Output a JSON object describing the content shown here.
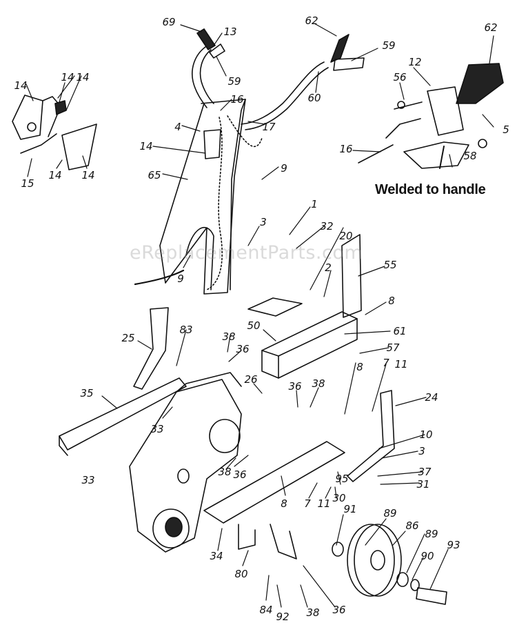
{
  "caption": "Welded to handle",
  "watermark": "eReplacementParts.com",
  "part_labels": [
    "69",
    "13",
    "59",
    "62",
    "59",
    "60",
    "16",
    "17",
    "4",
    "14",
    "65",
    "9",
    "3",
    "9",
    "1",
    "32",
    "20",
    "2",
    "55",
    "8",
    "50",
    "61",
    "57",
    "25",
    "83",
    "38",
    "36",
    "14",
    "14",
    "14",
    "15",
    "14",
    "14",
    "12",
    "62",
    "56",
    "5",
    "16",
    "58",
    "35",
    "33",
    "26",
    "36",
    "38",
    "7",
    "11",
    "24",
    "33",
    "38",
    "36",
    "8",
    "10",
    "3",
    "37",
    "31",
    "95",
    "30",
    "7",
    "11",
    "8",
    "91",
    "89",
    "86",
    "89",
    "90",
    "93",
    "34",
    "80",
    "84",
    "92",
    "38",
    "36"
  ],
  "colors": {
    "ink": "#111111",
    "paper": "#ffffff"
  }
}
